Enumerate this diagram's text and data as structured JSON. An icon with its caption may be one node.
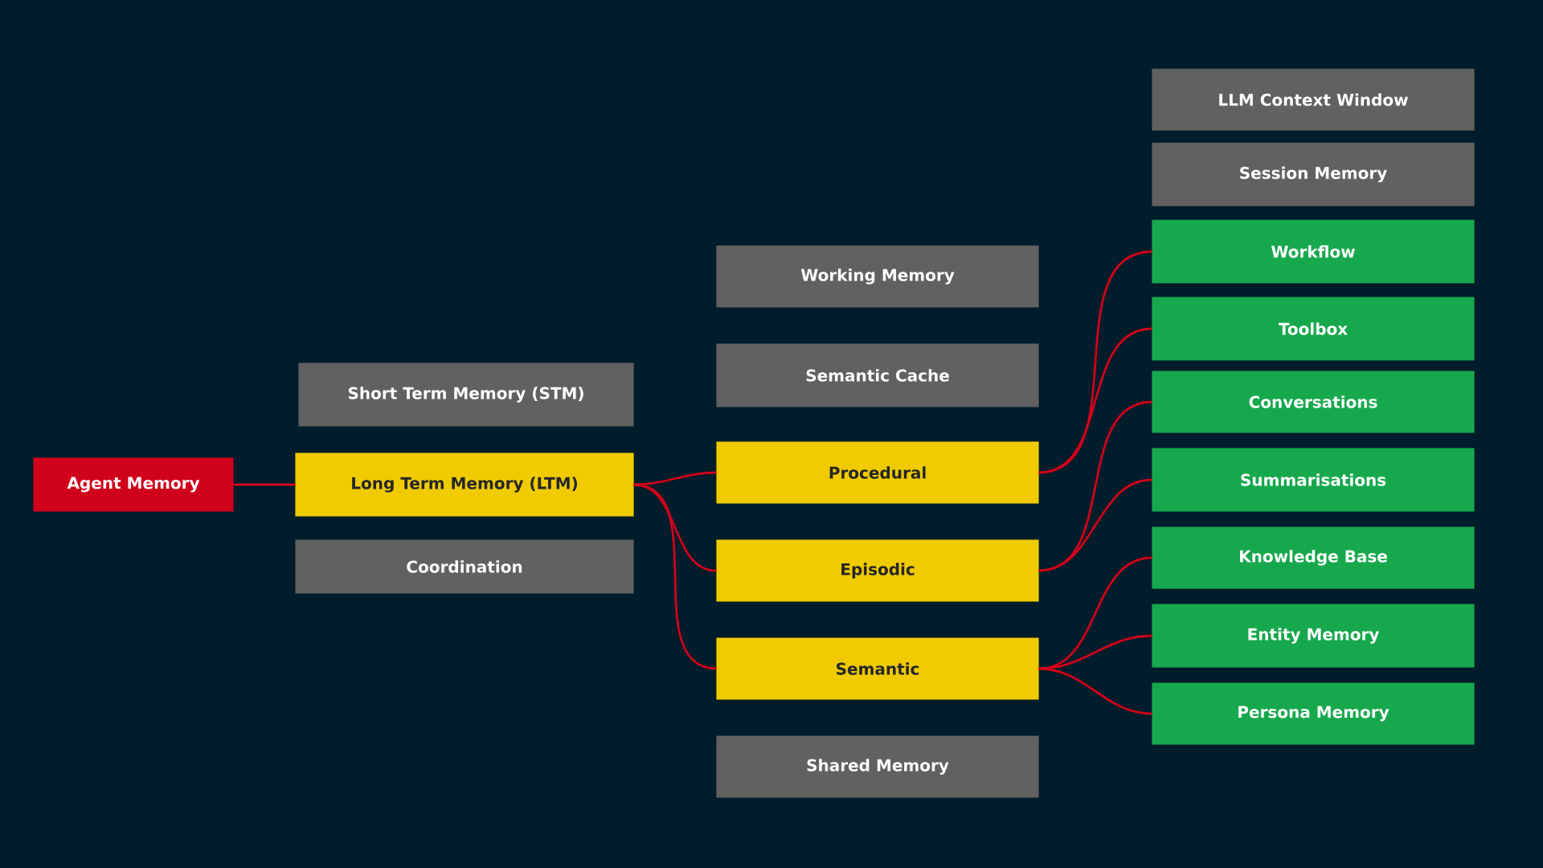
{
  "diagram": {
    "nodes": [
      {
        "text": [
          "Agent Memory"
        ]
      },
      {
        "text": [
          "Short Term Memory (STM)"
        ]
      },
      {
        "text": [
          "Long Term Memory (LTM)"
        ]
      },
      {
        "text": [
          "Coordination"
        ]
      },
      {
        "text": [
          "Working Memory"
        ]
      },
      {
        "text": [
          "Semantic Cache"
        ]
      },
      {
        "text": [
          "Procedural"
        ]
      },
      {
        "text": [
          "Episodic"
        ]
      },
      {
        "text": [
          "Semantic"
        ]
      },
      {
        "text": [
          "Shared Memory"
        ]
      },
      {
        "text": [
          "LLM Context Window"
        ]
      },
      {
        "text": [
          "Session Memory"
        ]
      },
      {
        "text": [
          "Workflow"
        ]
      },
      {
        "text": [
          "Toolbox"
        ]
      },
      {
        "text": [
          "Conversations"
        ]
      },
      {
        "text": [
          "Summarisations"
        ]
      },
      {
        "text": [
          "Knowledge Base"
        ]
      },
      {
        "text": [
          "Entity Memory"
        ]
      },
      {
        "text": [
          "Persona Memory"
        ]
      }
    ],
    "edges": [
      {
        "from": 0,
        "to": 2,
        "arrow": "none"
      },
      {
        "from": 2,
        "to": 6,
        "arrow": "none"
      },
      {
        "from": 2,
        "to": 7,
        "arrow": "none"
      },
      {
        "from": 2,
        "to": 8,
        "arrow": "none"
      },
      {
        "from": 6,
        "to": 12,
        "arrow": "none"
      },
      {
        "from": 6,
        "to": 13,
        "arrow": "none"
      },
      {
        "from": 7,
        "to": 14,
        "arrow": "none"
      },
      {
        "from": 7,
        "to": 15,
        "arrow": "none"
      },
      {
        "from": 8,
        "to": 16,
        "arrow": "none"
      },
      {
        "from": 8,
        "to": 17,
        "arrow": "none"
      },
      {
        "from": 8,
        "to": 18,
        "arrow": "none"
      }
    ]
  }
}
